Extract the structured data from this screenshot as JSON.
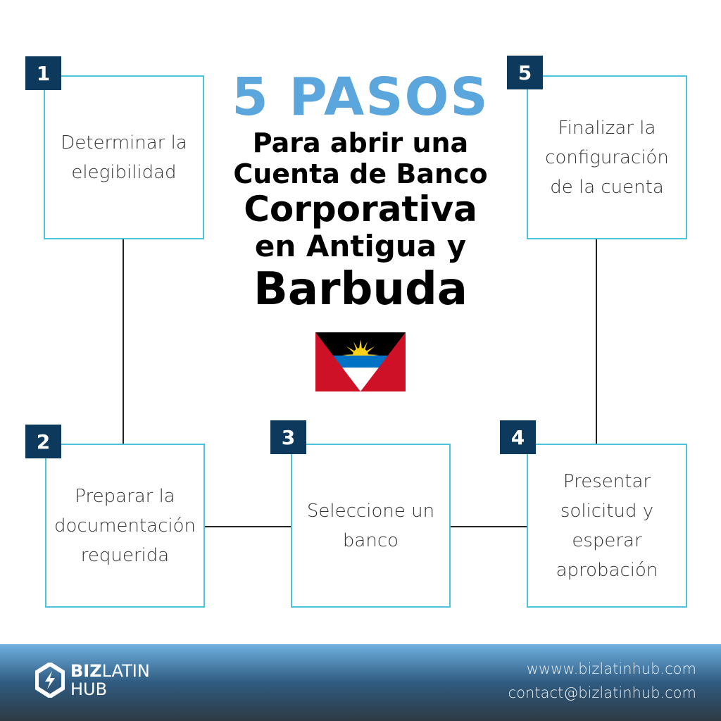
{
  "title": {
    "line1": "5 PASOS",
    "line2": "Para abrir una",
    "line3": "Cuenta de Banco",
    "line4": "Corporativa",
    "line5": "en Antigua y",
    "line6": "Barbuda"
  },
  "steps": [
    {
      "number": "1",
      "text": "Determinar la\nelegibilidad"
    },
    {
      "number": "2",
      "text": "Preparar la\ndocumentación\nrequerida"
    },
    {
      "number": "3",
      "text": "Seleccione un\nbanco"
    },
    {
      "number": "4",
      "text": "Presentar\nsolicitud y\nesperar\naprobación"
    },
    {
      "number": "5",
      "text": "Finalizar la\nconfiguración\nde la cuenta"
    }
  ],
  "footer": {
    "logo_bold": "BIZ",
    "logo_light": "LATIN",
    "logo_line2": "HUB",
    "website": "wwww.bizlatinhub.com",
    "email": "contact@bizlatinhub.com"
  },
  "colors": {
    "accent": "#5aa6dd",
    "badge": "#0d3a5c",
    "border": "#4cc3d9"
  }
}
